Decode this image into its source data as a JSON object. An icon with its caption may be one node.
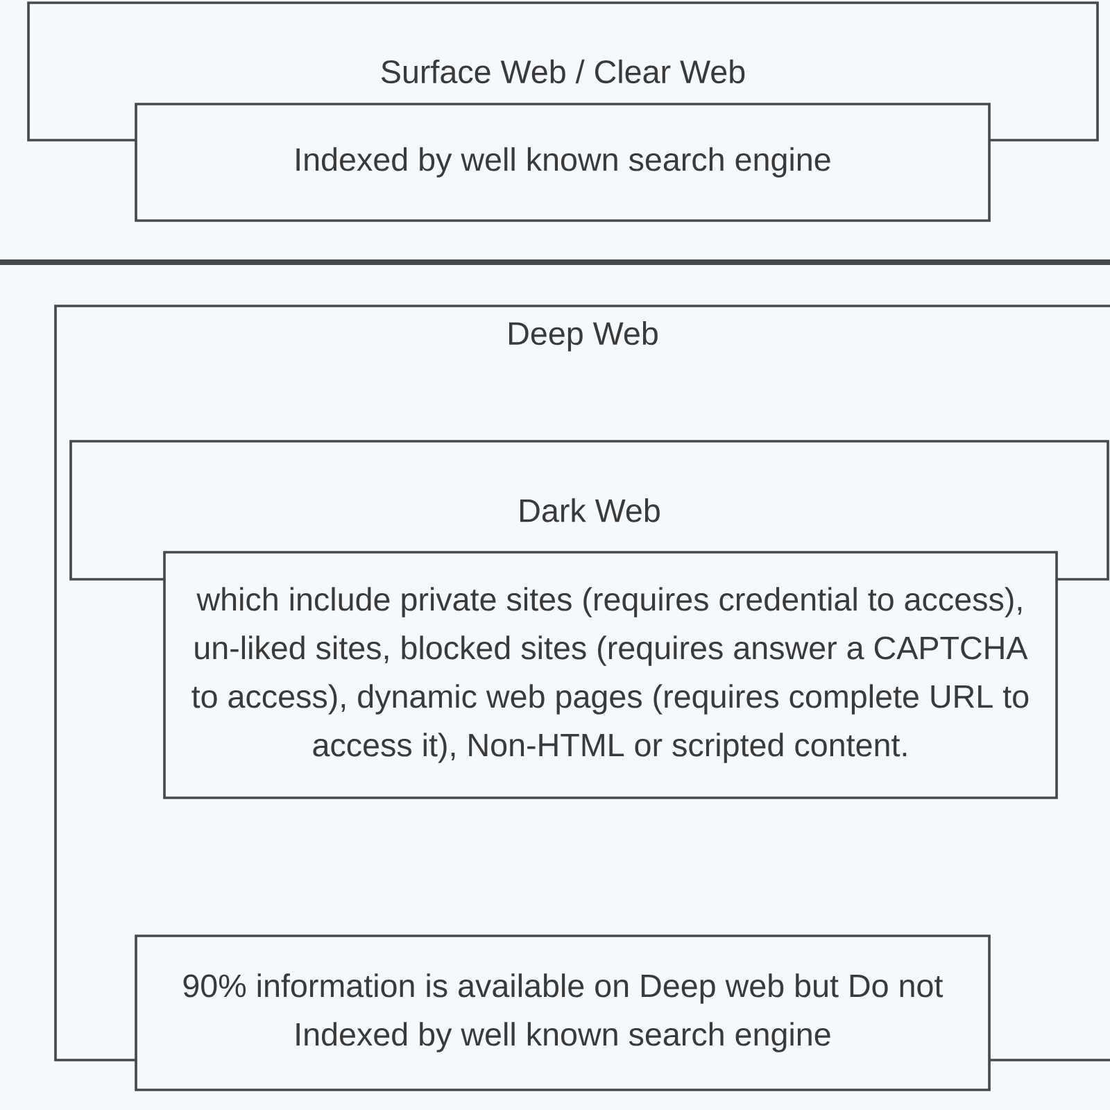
{
  "diagram": {
    "nodes": [
      {
        "text": [
          "Surface Web / Clear Web"
        ]
      },
      {
        "text": [
          "Indexed by well known search engine"
        ]
      },
      {
        "text": [
          "Deep Web"
        ]
      },
      {
        "text": [
          "Dark Web"
        ],
        "in": 2
      },
      {
        "text": [
          "which include private sites (requires credential to access), un-liked sites, blocked sites (requires answer a CAPTCHA to access), dynamic web pages (requires complete URL to access it), Non-HTML or scripted content."
        ],
        "in": 2
      },
      {
        "text": [
          "90% information is available on Deep web but Do not Indexed by well known search engine"
        ]
      }
    ]
  }
}
